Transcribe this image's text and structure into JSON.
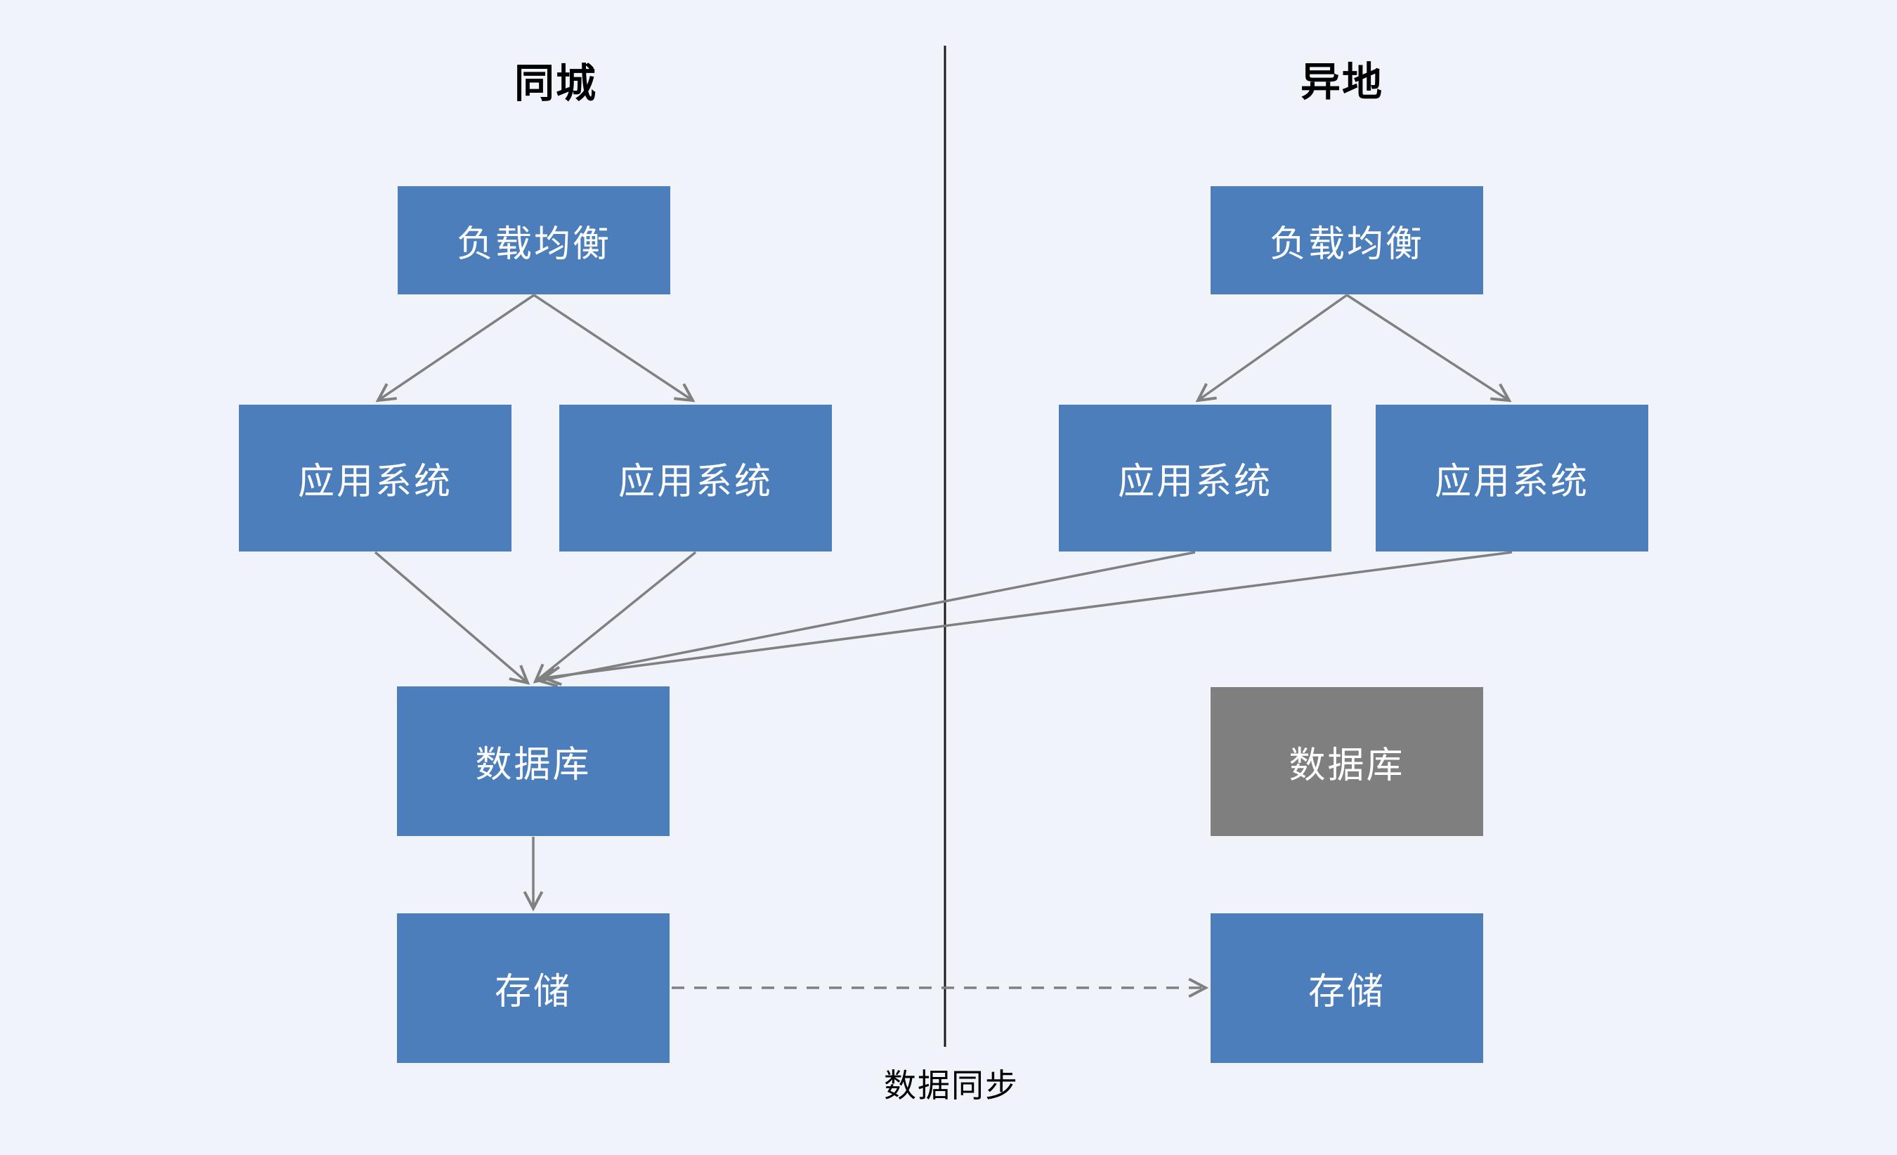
{
  "diagram": {
    "zones": {
      "local": {
        "title": "同城",
        "lb": "负载均衡",
        "app1": "应用系统",
        "app2": "应用系统",
        "db": "数据库",
        "storage": "存储"
      },
      "remote": {
        "title": "异地",
        "lb": "负载均衡",
        "app1": "应用系统",
        "app2": "应用系统",
        "db": "数据库",
        "storage": "存储"
      }
    },
    "sync_label": "数据同步",
    "colors": {
      "node_fill": "#4d7ebc",
      "standby_fill": "#7f7f7f",
      "node_text": "#ffffff",
      "arrow": "#808080",
      "divider": "#1a1a1a",
      "title_text": "#000000",
      "background": "#f0f4fa"
    }
  }
}
